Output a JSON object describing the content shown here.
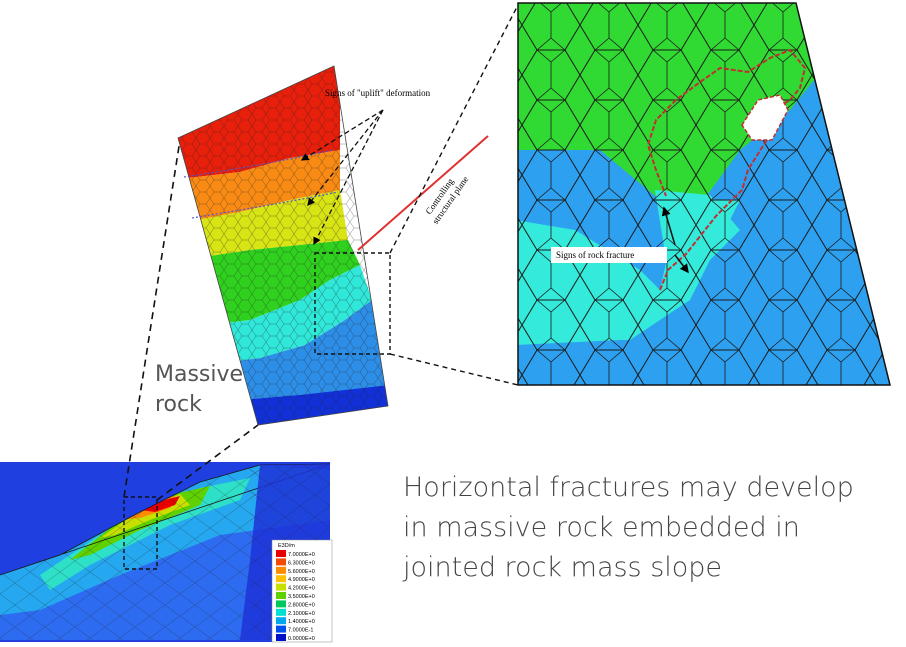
{
  "caption": {
    "line1": "Horizontal fractures may develop",
    "line2": "in massive rock embedded in",
    "line3": "jointed rock mass slope"
  },
  "label_massive_rock": {
    "line1": "Massive",
    "line2": "rock"
  },
  "annotations": {
    "uplift": "Signs of \"uplift\" deformation",
    "structural_plane_line1": "Controlling",
    "structural_plane_line2": "structural plane",
    "rock_fracture": "Signs of rock fracture"
  },
  "legend": {
    "title": "E3D/m",
    "entries": [
      {
        "label": "7.0000E+0",
        "color": "#e60000"
      },
      {
        "label": "6.3000E+0",
        "color": "#f24a00"
      },
      {
        "label": "5.6000E+0",
        "color": "#ff8c00"
      },
      {
        "label": "4.9000E+0",
        "color": "#ffc000"
      },
      {
        "label": "4.2000E+0",
        "color": "#c8e000"
      },
      {
        "label": "3.5000E+0",
        "color": "#5fd000"
      },
      {
        "label": "2.8000E+0",
        "color": "#00c85a"
      },
      {
        "label": "2.1000E+0",
        "color": "#00e0d0"
      },
      {
        "label": "1.4000E+0",
        "color": "#00a8f0"
      },
      {
        "label": "7.0000E-1",
        "color": "#0050f0"
      },
      {
        "label": "0.0000E+0",
        "color": "#0010c8"
      }
    ]
  },
  "colors": {
    "red": "#e81f0a",
    "orange": "#f98b14",
    "yellow": "#d8e414",
    "green": "#2fd11e",
    "light_green": "#26dd2e",
    "cyan": "#2fe8d9",
    "blue": "#2d8ee8",
    "deep_blue": "#1230d8",
    "fracture": "#d84040"
  }
}
